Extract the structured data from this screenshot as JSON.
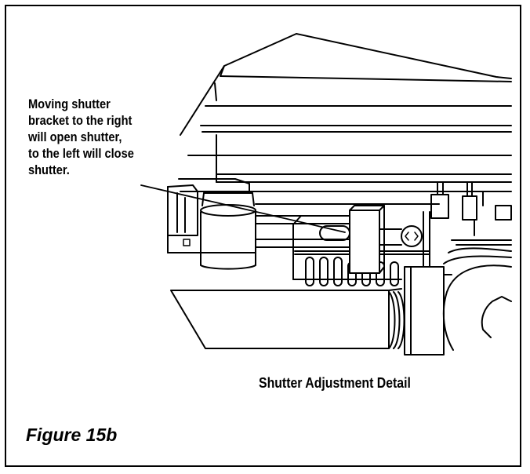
{
  "callout": {
    "lines": [
      "Moving shutter",
      "bracket to the right",
      "will open shutter,",
      "to the left will close",
      "shutter."
    ]
  },
  "caption": "Shutter Adjustment Detail",
  "figure_label": "Figure 15b",
  "colors": {
    "line": "#000000",
    "background": "#ffffff"
  }
}
